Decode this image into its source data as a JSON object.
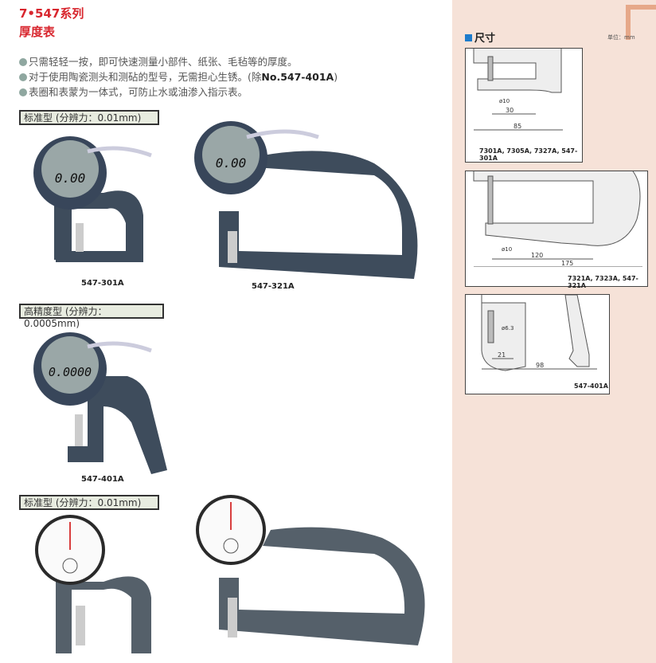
{
  "header": {
    "series": "7•547系列",
    "product": "厚度表"
  },
  "features": [
    {
      "text": "只需轻轻一按，即可快速测量小部件、纸张、毛毡等的厚度。"
    },
    {
      "text": "对于使用陶瓷测头和测砧的型号，无需担心生锈。(除",
      "bold": "No.547-401A",
      "end": ")"
    },
    {
      "text": "表圈和表蒙为一体式，可防止水或油渗入指示表。"
    }
  ],
  "sections": [
    {
      "label": "标准型 (分辨力：0.01mm)",
      "models": [
        "547-301A",
        "547-321A"
      ],
      "display": "0.00"
    },
    {
      "label": "高精度型 (分辨力：0.0005mm)",
      "models": [
        "547-401A"
      ],
      "display": "0.0000"
    },
    {
      "label": "标准型 (分辨力：0.01mm)",
      "models": []
    }
  ],
  "dimensions": {
    "title": "尺寸",
    "unit": "单位：mm",
    "diagrams": [
      {
        "caption": "7301A, 7305A, 7327A, 547-301A",
        "dims": [
          "ø10",
          "30",
          "85"
        ]
      },
      {
        "caption": "7321A, 7323A, 547-321A",
        "dims": [
          "ø10",
          "120",
          "175"
        ]
      },
      {
        "caption": "547-401A",
        "dims": [
          "ø6.3",
          "21",
          "98"
        ]
      }
    ]
  },
  "colors": {
    "accent": "#d8262e",
    "panel": "#f6e2d8",
    "frame": "#3e4c5c"
  }
}
